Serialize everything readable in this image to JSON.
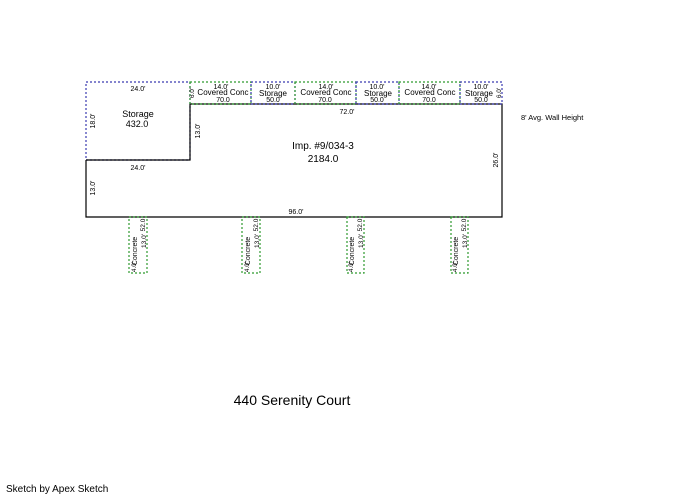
{
  "main_area": {
    "name": "Imp. #9/034-3",
    "area": "2184.0"
  },
  "storage_area": {
    "name": "Storage",
    "area": "432.0"
  },
  "dimensions": {
    "storage_top": "24.0'",
    "storage_left": "18.0'",
    "storage_bottom": "24.0'",
    "step_vertical": "13.0'",
    "main_left_lower": "13.0'",
    "main_top": "72.0'",
    "main_right": "26.0'",
    "main_bottom": "96.0'",
    "strip_side": "6.0'"
  },
  "top_strips": [
    {
      "label": "Covered Conc",
      "width": "14.0'",
      "area": "70.0"
    },
    {
      "label": "Storage",
      "width": "10.0'",
      "area": "50.0"
    },
    {
      "label": "Covered Conc",
      "width": "14.0'",
      "area": "70.0"
    },
    {
      "label": "Storage",
      "width": "10.0'",
      "area": "50.0"
    },
    {
      "label": "Covered Conc",
      "width": "14.0'",
      "area": "70.0"
    },
    {
      "label": "Storage",
      "width": "10.0'",
      "area": "50.0"
    }
  ],
  "bottom_strips": [
    {
      "label": "Concrete",
      "length": "13.0'",
      "area": "52.0",
      "width": "4.0'"
    },
    {
      "label": "Concrete",
      "length": "13.0'",
      "area": "52.0",
      "width": "4.0'"
    },
    {
      "label": "Concrete",
      "length": "13.0'",
      "area": "52.0",
      "width": "4.0'"
    },
    {
      "label": "Concrete",
      "length": "13.0'",
      "area": "52.0",
      "width": "4.0'"
    }
  ],
  "wall_note": "8' Avg. Wall Height",
  "address": "440 Serenity Court",
  "credit": "Sketch by Apex Sketch",
  "colors": {
    "outline": "#000000",
    "storage_border": "#3b3bb0",
    "covered_border": "#2e9a2e",
    "concrete_border": "#2e9a2e"
  }
}
